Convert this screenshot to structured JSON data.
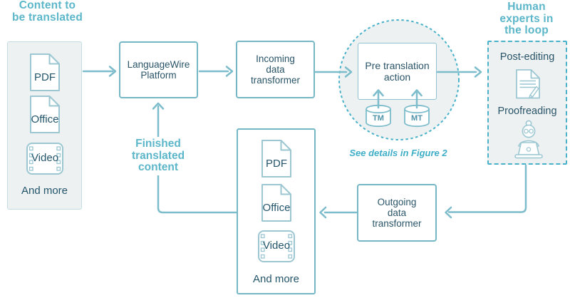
{
  "palette": {
    "teal_heading": "#5CB6C9",
    "dark_text": "#2A5568",
    "connector_line": "#7CBCCB",
    "dashed_accent": "#49B2C9",
    "panel_fill": "#EDF1F2",
    "icon_stroke": "#9CC7D2"
  },
  "left_panel": {
    "heading_lines": [
      "Content to",
      "be translated"
    ],
    "items": [
      {
        "label": "PDF",
        "icon": "document-icon"
      },
      {
        "label": "Office",
        "icon": "document-icon"
      },
      {
        "label": "Video",
        "icon": "video-icon"
      }
    ],
    "footer": "And more"
  },
  "platform_box": {
    "lines": [
      "LanguageWire",
      "Platform"
    ]
  },
  "incoming_box": {
    "lines": [
      "Incoming",
      "data",
      "transformer"
    ]
  },
  "pretranslation": {
    "lines": [
      "Pre translation",
      "action"
    ],
    "databases": [
      {
        "label": "TM",
        "icon": "database-icon"
      },
      {
        "label": "MT",
        "icon": "database-icon"
      }
    ],
    "caption": "See details in Figure 2"
  },
  "human_panel": {
    "heading_lines": [
      "Human",
      "experts in",
      "the loop"
    ],
    "items": [
      {
        "label": "Post-editing",
        "icon": "document-edit-icon"
      },
      {
        "label": "Proofreading",
        "icon": "person-laptop-icon"
      }
    ]
  },
  "outgoing_box": {
    "lines": [
      "Outgoing",
      "data",
      "transformer"
    ]
  },
  "output_panel": {
    "items": [
      {
        "label": "PDF",
        "icon": "document-icon"
      },
      {
        "label": "Office",
        "icon": "document-icon"
      },
      {
        "label": "Video",
        "icon": "video-icon"
      }
    ],
    "footer": "And more"
  },
  "finished_label": {
    "lines": [
      "Finished",
      "translated",
      "content"
    ]
  }
}
